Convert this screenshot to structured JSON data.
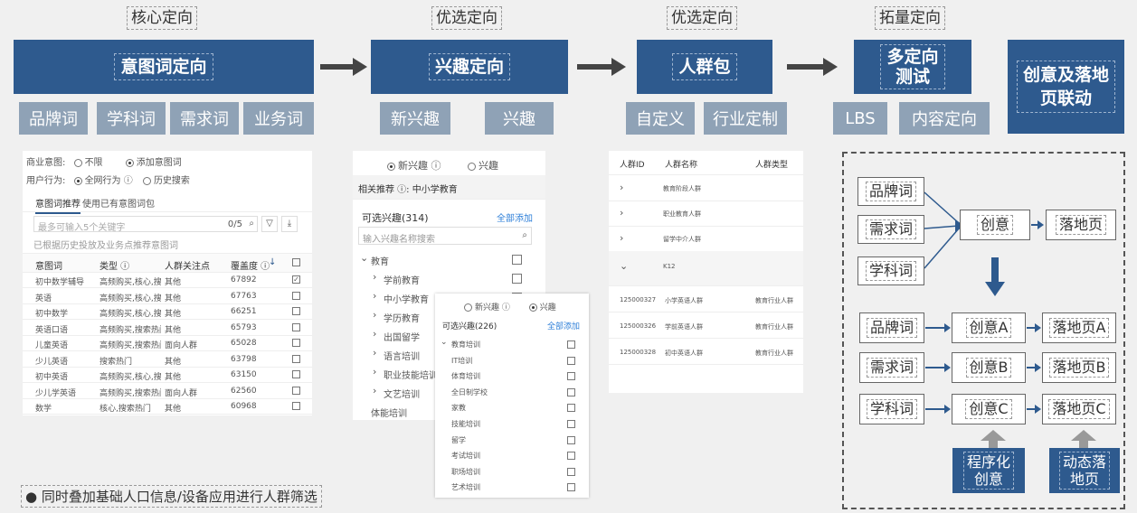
{
  "stages": [
    "核心定向",
    "优选定向",
    "优选定向",
    "拓量定向"
  ],
  "main_boxes": [
    "意图词定向",
    "兴趣定向",
    "人群包",
    "多定向\n测试",
    "创意及落地\n页联动"
  ],
  "sub_tags": {
    "keyword": [
      "品牌词",
      "学科词",
      "需求词",
      "业务词"
    ],
    "interest": [
      "新兴趣",
      "兴趣"
    ],
    "audience": [
      "自定义",
      "行业定制"
    ],
    "multi": [
      "LBS",
      "内容定向"
    ]
  },
  "keyword_panel": {
    "business_intent_label": "商业意图:",
    "opt_none": "不限",
    "opt_add": "添加意图词",
    "user_behavior_label": "用户行为:",
    "opt_all": "全网行为 ⓘ",
    "opt_history": "历史搜索",
    "tab_recommend": "意图词推荐",
    "tab_used": "使用已有意图词包",
    "search_placeholder": "最多可输入5个关键字",
    "count": "0/5",
    "hint": "已根据历史投放及业务点推荐意图词",
    "headers": [
      "意图词",
      "类型 ⓘ",
      "人群关注点",
      "覆盖度 ⓘ"
    ],
    "rows": [
      [
        "初中数学辅导",
        "高频购买,核心,搜索...",
        "其他",
        "67892",
        true
      ],
      [
        "英语",
        "高频购买,核心,搜索...",
        "其他",
        "67763",
        false
      ],
      [
        "初中数学",
        "高频购买,核心,搜索...",
        "其他",
        "66251",
        false
      ],
      [
        "英语口语",
        "高频购买,搜索热门",
        "其他",
        "65793",
        false
      ],
      [
        "儿童英语",
        "高频购买,搜索热门",
        "面向人群",
        "65028",
        false
      ],
      [
        "少儿英语",
        "搜索热门",
        "其他",
        "63798",
        false
      ],
      [
        "初中英语",
        "高频购买,核心,搜索...",
        "其他",
        "63150",
        false
      ],
      [
        "少儿学英语",
        "高频购买,搜索热门",
        "面向人群",
        "62560",
        false
      ],
      [
        "数学",
        "核心,搜索热门",
        "其他",
        "60968",
        false
      ]
    ]
  },
  "interest_panel": {
    "opt_new": "新兴趣 ⓘ",
    "opt_interest": "兴趣",
    "related": "相关推荐 ⓘ:  中小学教育",
    "available": "可选兴趣(314)",
    "add_all": "全部添加",
    "search_placeholder": "输入兴趣名称搜索",
    "items": [
      "教育",
      "学前教育",
      "中小学教育",
      "学历教育",
      "出国留学",
      "语言培训",
      "职业技能培训",
      "文艺培训",
      "体能培训"
    ]
  },
  "interest_popup": {
    "opt_new": "新兴趣 ⓘ",
    "opt_interest": "兴趣",
    "available": "可选兴趣(226)",
    "add_all": "全部添加",
    "items": [
      "教育培训",
      "IT培训",
      "体育培训",
      "全日制学校",
      "家教",
      "技能培训",
      "留学",
      "考试培训",
      "职场培训",
      "艺术培训"
    ]
  },
  "audience_panel": {
    "headers": [
      "人群ID",
      "人群名称",
      "人群类型"
    ],
    "groups": [
      [
        "›",
        "教育阶段人群",
        ""
      ],
      [
        "›",
        "职业教育人群",
        ""
      ],
      [
        "›",
        "留学中介人群",
        ""
      ],
      [
        "⌄",
        "K12",
        ""
      ]
    ],
    "rows": [
      [
        "125000327",
        "小学英语人群",
        "教育行业人群"
      ],
      [
        "125000326",
        "学前英语人群",
        "教育行业人群"
      ],
      [
        "125000328",
        "初中英语人群",
        "教育行业人群"
      ]
    ]
  },
  "flow": {
    "top_inputs": [
      "品牌词",
      "需求词",
      "学科词"
    ],
    "top_creative": "创意",
    "top_landing": "落地页",
    "rows": [
      [
        "品牌词",
        "创意A",
        "落地页A"
      ],
      [
        "需求词",
        "创意B",
        "落地页B"
      ],
      [
        "学科词",
        "创意C",
        "落地页C"
      ]
    ],
    "bottom_tags": [
      "程序化\n创意",
      "动态落\n地页"
    ]
  },
  "note": "同时叠加基础人口信息/设备应用进行人群筛选",
  "colors": {
    "primary": "#2e5a8e",
    "sub": "#8fa2b6"
  }
}
